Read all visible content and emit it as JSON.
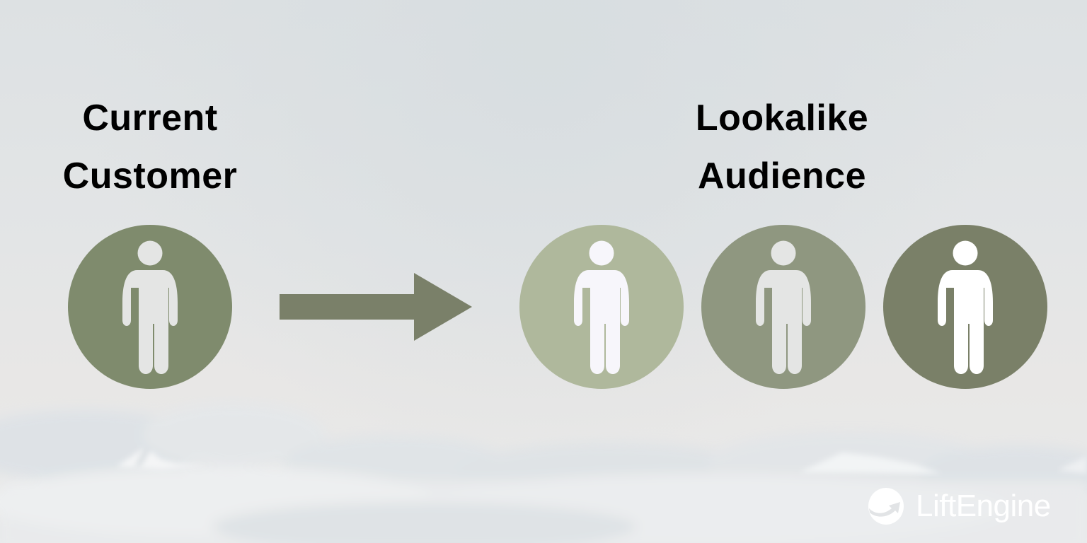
{
  "diagram": {
    "title_left": {
      "line1": "Current",
      "line2": "Customer"
    },
    "title_right": {
      "line1": "Lookalike",
      "line2": "Audience"
    },
    "source_node": {
      "icon": "person-icon",
      "circle_color": "#7f8b6d",
      "figure_color": "#e4e5e4"
    },
    "connector": {
      "type": "arrow",
      "direction": "right",
      "color": "#7a8069"
    },
    "target_nodes": [
      {
        "icon": "person-icon",
        "circle_color": "#afb89c",
        "figure_color": "#f7f6fb"
      },
      {
        "icon": "person-icon",
        "circle_color": "#8f9780",
        "figure_color": "#e4e5e4"
      },
      {
        "icon": "person-icon",
        "circle_color": "#7a8068",
        "figure_color": "#ffffff"
      }
    ]
  },
  "branding": {
    "logo_text": "LiftEngine",
    "logo_icon": "rising-arrow-globe-icon",
    "logo_color": "#ffffff"
  },
  "background": {
    "description": "misty sky with clouds and snowy mountain peaks",
    "sky_color": "#dfe2e4"
  }
}
